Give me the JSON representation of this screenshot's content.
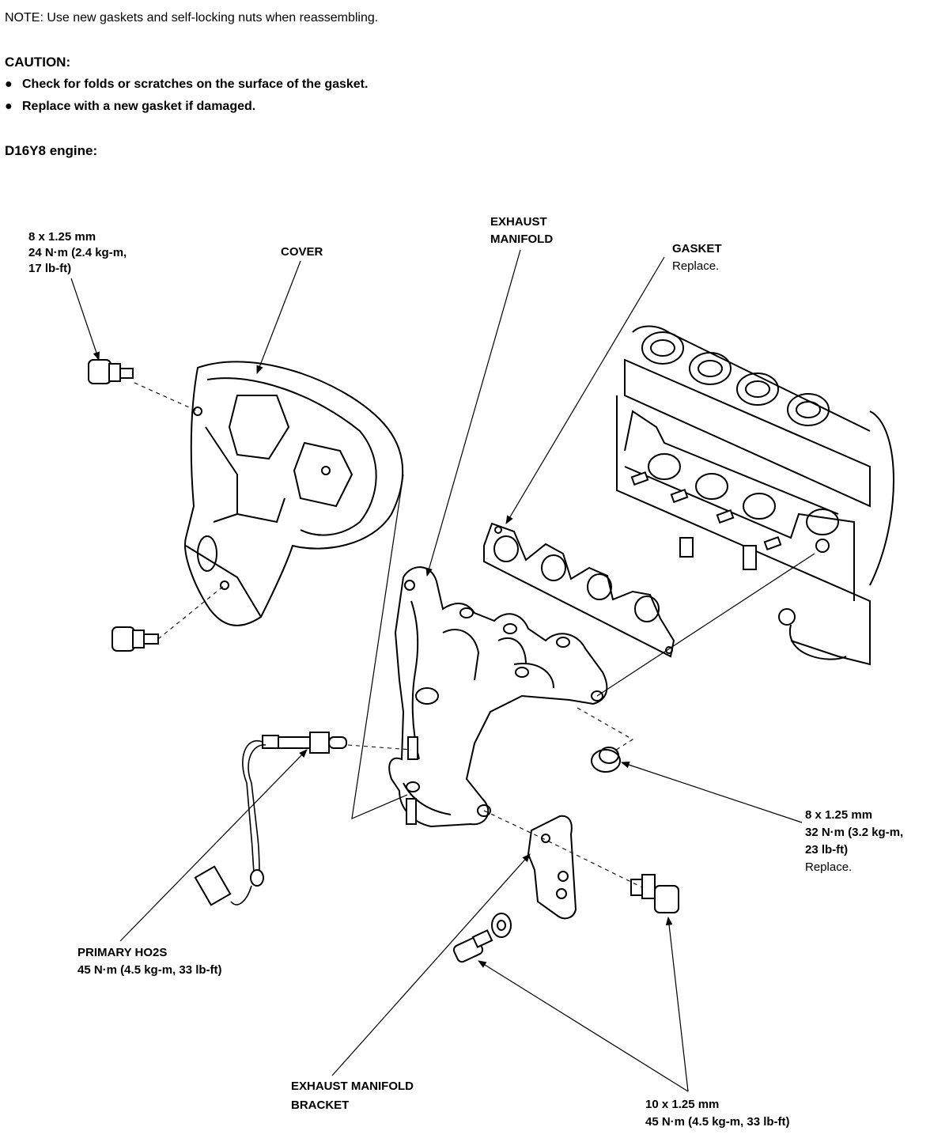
{
  "note": "NOTE:  Use new gaskets and self-locking nuts when reassembling.",
  "caution": {
    "title": "CAUTION:",
    "items": [
      "Check for folds or scratches on the surface of the gasket.",
      "Replace with a new gasket if damaged."
    ]
  },
  "engine": "D16Y8 engine:",
  "labels": {
    "cover_bolt": [
      "8 x 1.25 mm",
      "24 N·m (2.4 kg-m,",
      "17 lb-ft)"
    ],
    "cover": "COVER",
    "exhaust_manifold": [
      "EXHAUST",
      "MANIFOLD"
    ],
    "gasket": [
      "GASKET",
      "Replace."
    ],
    "manifold_nut": [
      "8 x 1.25 mm",
      "32 N·m (3.2 kg-m,",
      "23 lb-ft)",
      "Replace."
    ],
    "primary_ho2s": [
      "PRIMARY HO2S",
      "45 N·m (4.5 kg-m, 33 lb-ft)"
    ],
    "bracket": [
      "EXHAUST MANIFOLD",
      "BRACKET"
    ],
    "bracket_bolt": [
      "10 x 1.25 mm",
      "45 N·m (4.5 kg-m, 33 lb-ft)"
    ]
  }
}
